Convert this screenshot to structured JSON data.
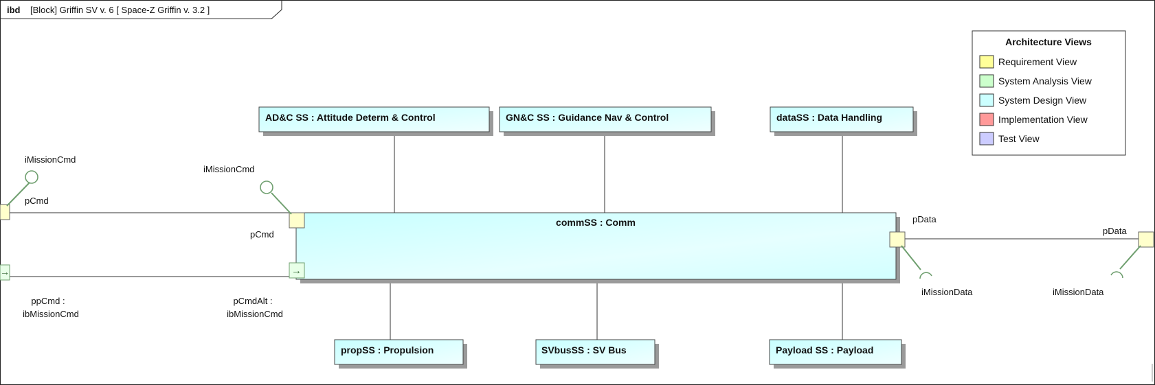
{
  "diagram": {
    "kind": "ibd",
    "header": "[Block] Griffin SV v. 6 [ Space-Z Griffin v. 3.2 ]"
  },
  "legend": {
    "title": "Architecture Views",
    "items": [
      {
        "label": "Requirement View",
        "color": "#ffff99"
      },
      {
        "label": "System Analysis View",
        "color": "#ccffcc"
      },
      {
        "label": "System Design View",
        "color": "#ccffff"
      },
      {
        "label": "Implementation View",
        "color": "#ff9999"
      },
      {
        "label": "Test View",
        "color": "#ccccff"
      }
    ]
  },
  "parts": {
    "adc": "AD&C SS : Attitude Determ & Control",
    "gnc": "GN&C SS : Guidance Nav & Control",
    "data": "dataSS : Data Handling",
    "comm": "commSS : Comm",
    "prop": "propSS : Propulsion",
    "svbus": "SVbusSS : SV Bus",
    "payload": "Payload SS : Payload"
  },
  "ports": {
    "outer_pcmd": "pCmd",
    "outer_mission_cmd": "iMissionCmd",
    "outer_ppcmd": [
      "ppCmd :",
      "ibMissionCmd"
    ],
    "comm_pcmd": "pCmd",
    "comm_mission_cmd": "iMissionCmd",
    "comm_pcmdalt": [
      "pCmdAlt :",
      "ibMissionCmd"
    ],
    "comm_pdata": "pData",
    "comm_mission_data": "iMissionData",
    "outer_pdata": "pData",
    "outer_mission_data": "iMissionData"
  },
  "colors": {
    "block_fill": "#ccffff",
    "block_fill_light": "#eaffff",
    "port_fill": "#ffffcc",
    "interface_stroke": "#6f9f6f",
    "line": "#333333",
    "frame": "#222222"
  },
  "icons": [
    "flow-arrow-icon",
    "lollipop-provided-icon",
    "socket-required-icon"
  ]
}
